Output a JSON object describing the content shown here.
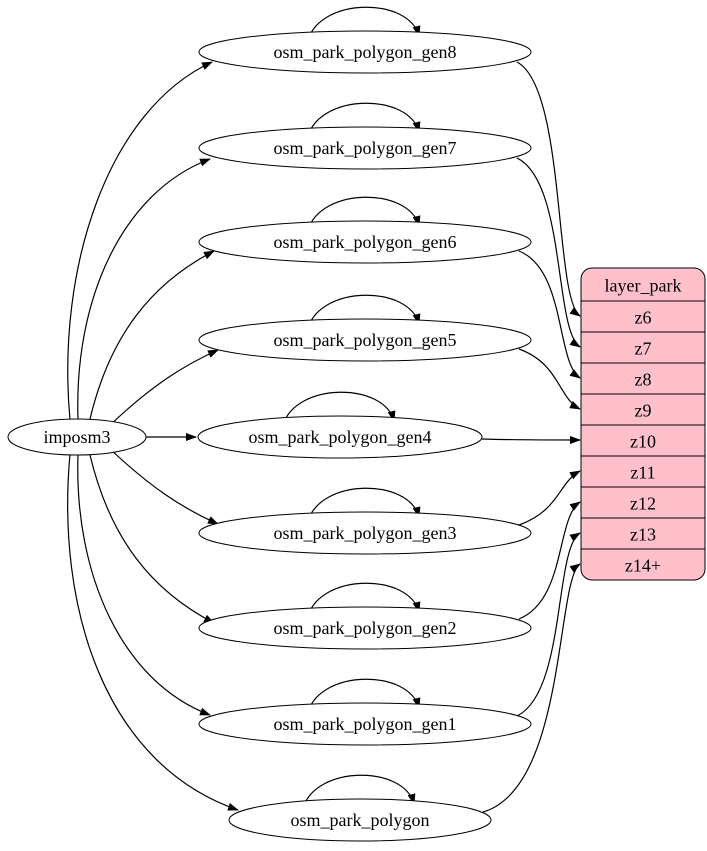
{
  "diagram": {
    "source": {
      "id": "imposm3",
      "label": "imposm3"
    },
    "tables": [
      {
        "id": "osm_park_polygon_gen8",
        "label": "osm_park_polygon_gen8"
      },
      {
        "id": "osm_park_polygon_gen7",
        "label": "osm_park_polygon_gen7"
      },
      {
        "id": "osm_park_polygon_gen6",
        "label": "osm_park_polygon_gen6"
      },
      {
        "id": "osm_park_polygon_gen5",
        "label": "osm_park_polygon_gen5"
      },
      {
        "id": "osm_park_polygon_gen4",
        "label": "osm_park_polygon_gen4"
      },
      {
        "id": "osm_park_polygon_gen3",
        "label": "osm_park_polygon_gen3"
      },
      {
        "id": "osm_park_polygon_gen2",
        "label": "osm_park_polygon_gen2"
      },
      {
        "id": "osm_park_polygon_gen1",
        "label": "osm_park_polygon_gen1"
      },
      {
        "id": "osm_park_polygon",
        "label": "osm_park_polygon"
      }
    ],
    "layer_table": {
      "title": "layer_park",
      "rows": [
        "z6",
        "z7",
        "z8",
        "z9",
        "z10",
        "z11",
        "z12",
        "z13",
        "z14+"
      ]
    },
    "colors": {
      "layer_fill": "#ffc0cb",
      "node_fill": "#ffffff",
      "stroke": "#000000",
      "background": "#ffffff"
    },
    "edges": [
      {
        "from": "imposm3",
        "to": "osm_park_polygon_gen8"
      },
      {
        "from": "imposm3",
        "to": "osm_park_polygon_gen7"
      },
      {
        "from": "imposm3",
        "to": "osm_park_polygon_gen6"
      },
      {
        "from": "imposm3",
        "to": "osm_park_polygon_gen5"
      },
      {
        "from": "imposm3",
        "to": "osm_park_polygon_gen4"
      },
      {
        "from": "imposm3",
        "to": "osm_park_polygon_gen3"
      },
      {
        "from": "imposm3",
        "to": "osm_park_polygon_gen2"
      },
      {
        "from": "imposm3",
        "to": "osm_park_polygon_gen1"
      },
      {
        "from": "imposm3",
        "to": "osm_park_polygon"
      },
      {
        "from": "osm_park_polygon_gen8",
        "to": "osm_park_polygon_gen8"
      },
      {
        "from": "osm_park_polygon_gen7",
        "to": "osm_park_polygon_gen7"
      },
      {
        "from": "osm_park_polygon_gen6",
        "to": "osm_park_polygon_gen6"
      },
      {
        "from": "osm_park_polygon_gen5",
        "to": "osm_park_polygon_gen5"
      },
      {
        "from": "osm_park_polygon_gen4",
        "to": "osm_park_polygon_gen4"
      },
      {
        "from": "osm_park_polygon_gen3",
        "to": "osm_park_polygon_gen3"
      },
      {
        "from": "osm_park_polygon_gen2",
        "to": "osm_park_polygon_gen2"
      },
      {
        "from": "osm_park_polygon_gen1",
        "to": "osm_park_polygon_gen1"
      },
      {
        "from": "osm_park_polygon",
        "to": "osm_park_polygon"
      },
      {
        "from": "osm_park_polygon_gen8",
        "to": "z6"
      },
      {
        "from": "osm_park_polygon_gen7",
        "to": "z7"
      },
      {
        "from": "osm_park_polygon_gen6",
        "to": "z8"
      },
      {
        "from": "osm_park_polygon_gen5",
        "to": "z9"
      },
      {
        "from": "osm_park_polygon_gen4",
        "to": "z10"
      },
      {
        "from": "osm_park_polygon_gen3",
        "to": "z11"
      },
      {
        "from": "osm_park_polygon_gen2",
        "to": "z12"
      },
      {
        "from": "osm_park_polygon_gen1",
        "to": "z13"
      },
      {
        "from": "osm_park_polygon",
        "to": "z14+"
      }
    ]
  }
}
